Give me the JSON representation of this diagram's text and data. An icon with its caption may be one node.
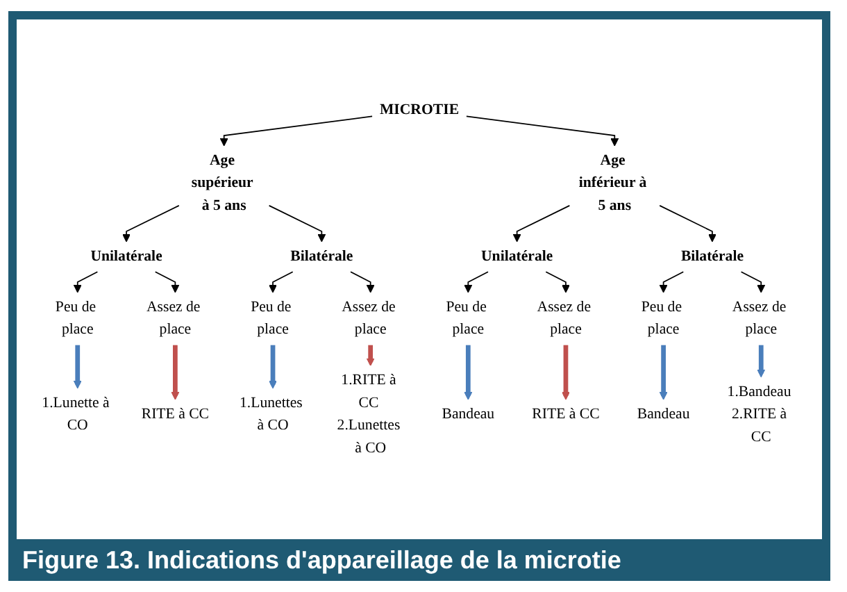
{
  "diagram": {
    "caption": "Figure 13. Indications d'appareillage de la microtie",
    "nodes": [
      {
        "text": [
          "MICROTIE"
        ]
      },
      {
        "text": [
          "Age supérieur à 5 ans"
        ]
      },
      {
        "text": [
          "Age inférieur à 5 ans"
        ]
      },
      {
        "text": [
          "Unilatérale"
        ]
      },
      {
        "text": [
          "Bilatérale"
        ]
      },
      {
        "text": [
          "Unilatérale"
        ]
      },
      {
        "text": [
          "Bilatérale"
        ]
      },
      {
        "text": [
          "Peu de place"
        ]
      },
      {
        "text": [
          "Assez de place"
        ]
      },
      {
        "text": [
          "Peu de place"
        ]
      },
      {
        "text": [
          "Assez de place"
        ]
      },
      {
        "text": [
          "Peu de place"
        ]
      },
      {
        "text": [
          "Assez de place"
        ]
      },
      {
        "text": [
          "Peu de place"
        ]
      },
      {
        "text": [
          "Assez de place"
        ]
      },
      {
        "text": [
          "1.Lunette à CO"
        ]
      },
      {
        "text": [
          "RITE à CC"
        ]
      },
      {
        "text": [
          "1.Lunettes à CO"
        ]
      },
      {
        "text": [
          "1.RITE à CC 2.Lunettes à CO"
        ]
      },
      {
        "text": [
          "Bandeau"
        ]
      },
      {
        "text": [
          "RITE à CC"
        ]
      },
      {
        "text": [
          "Bandeau"
        ]
      },
      {
        "text": [
          "1.Bandeau 2.RITE à CC"
        ]
      }
    ],
    "edges": [
      {
        "from": 0,
        "to": 1,
        "arrow": "to"
      },
      {
        "from": 0,
        "to": 2,
        "arrow": "to"
      },
      {
        "from": 1,
        "to": 3,
        "arrow": "to"
      },
      {
        "from": 1,
        "to": 4,
        "arrow": "to"
      },
      {
        "from": 2,
        "to": 5,
        "arrow": "to"
      },
      {
        "from": 2,
        "to": 6,
        "arrow": "to"
      },
      {
        "from": 3,
        "to": 7,
        "arrow": "to"
      },
      {
        "from": 3,
        "to": 8,
        "arrow": "to"
      },
      {
        "from": 4,
        "to": 9,
        "arrow": "to"
      },
      {
        "from": 4,
        "to": 10,
        "arrow": "to"
      },
      {
        "from": 5,
        "to": 11,
        "arrow": "to"
      },
      {
        "from": 5,
        "to": 12,
        "arrow": "to"
      },
      {
        "from": 6,
        "to": 13,
        "arrow": "to"
      },
      {
        "from": 6,
        "to": 14,
        "arrow": "to"
      },
      {
        "from": 7,
        "to": 15,
        "arrow": "to",
        "style": "thick",
        "color": "#4a7ebb"
      },
      {
        "from": 8,
        "to": 16,
        "arrow": "to",
        "style": "thick",
        "color": "#c0504d"
      },
      {
        "from": 9,
        "to": 17,
        "arrow": "to",
        "style": "thick",
        "color": "#4a7ebb"
      },
      {
        "from": 10,
        "to": 18,
        "arrow": "to",
        "style": "thick",
        "color": "#c0504d"
      },
      {
        "from": 11,
        "to": 19,
        "arrow": "to",
        "style": "thick",
        "color": "#4a7ebb"
      },
      {
        "from": 12,
        "to": 20,
        "arrow": "to",
        "style": "thick",
        "color": "#c0504d"
      },
      {
        "from": 13,
        "to": 21,
        "arrow": "to",
        "style": "thick",
        "color": "#4a7ebb"
      },
      {
        "from": 14,
        "to": 22,
        "arrow": "to",
        "style": "thick",
        "color": "#4a7ebb"
      }
    ]
  }
}
